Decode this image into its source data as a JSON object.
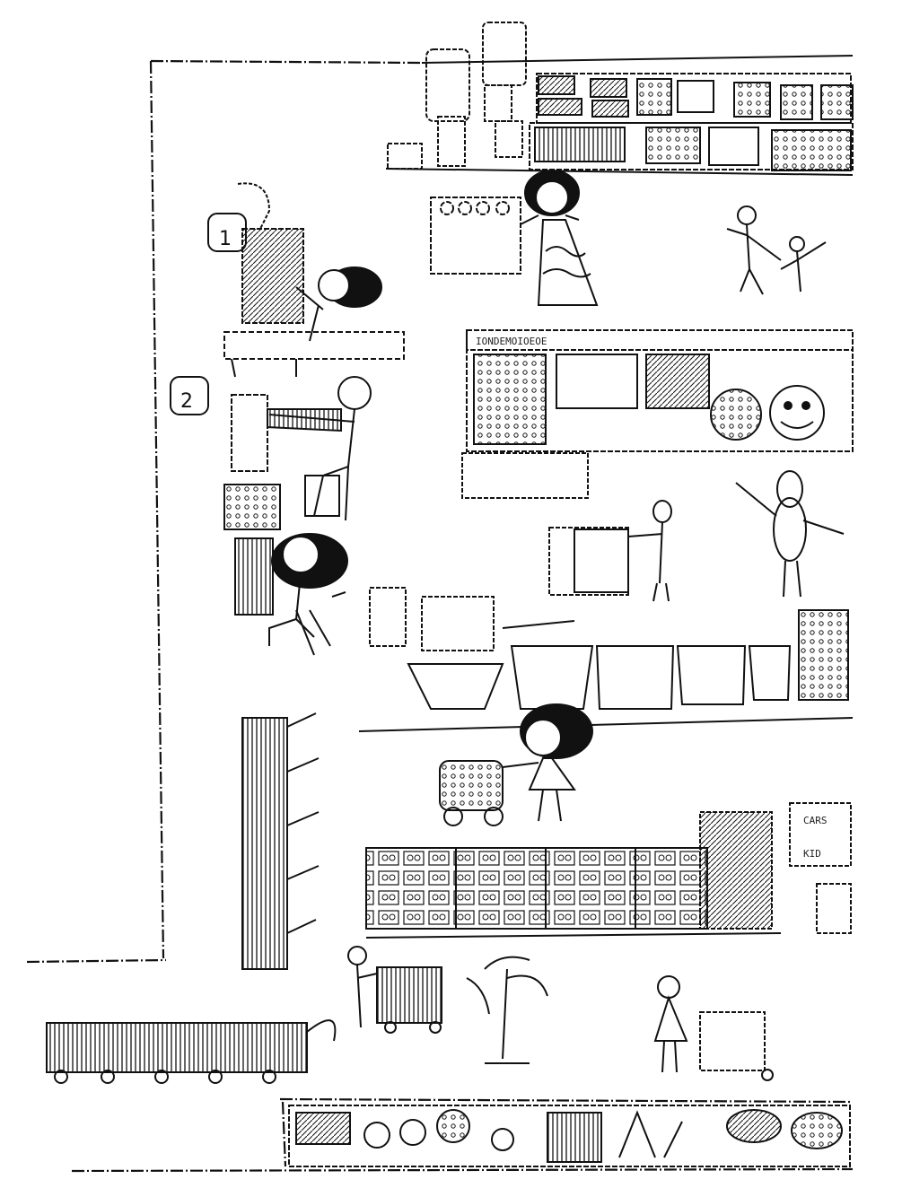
{
  "image_kind": "child-drawing",
  "labels": {
    "checkout_1": "1",
    "checkout_2": "2",
    "banner_text": "IONDEMOIOEOE",
    "cars_text": "CARS",
    "kids_text": "KID"
  },
  "colors": {
    "ink": "#111111",
    "paper": "#ffffff"
  }
}
